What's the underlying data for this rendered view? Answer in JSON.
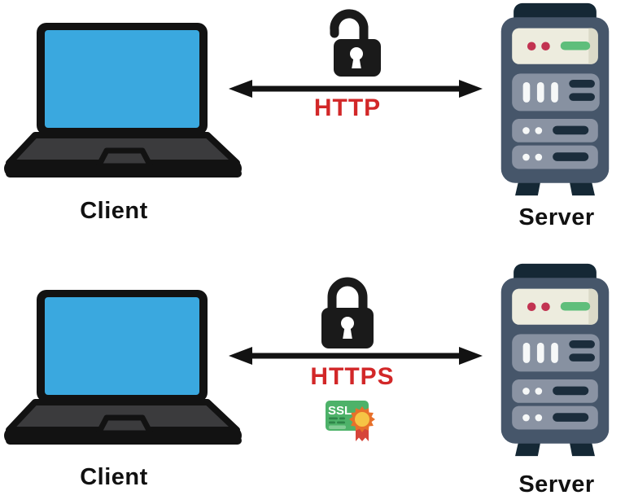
{
  "diagram": {
    "rows": [
      {
        "client_label": "Client",
        "server_label": "Server",
        "protocol_label": "HTTP",
        "lock_state": "unlocked",
        "connection": "bidirectional-arrow"
      },
      {
        "client_label": "Client",
        "server_label": "Server",
        "protocol_label": "HTTPS",
        "lock_state": "locked",
        "ssl_badge_label": "SSL",
        "connection": "bidirectional-arrow"
      }
    ],
    "icons": {
      "client": "laptop-icon",
      "server": "server-rack-icon",
      "insecure": "unlocked-padlock-icon",
      "secure": "locked-padlock-icon",
      "certificate": "ssl-certificate-icon",
      "connection": "double-headed-arrow-icon"
    },
    "colors": {
      "protocol_text": "#D22728",
      "label_text": "#111111",
      "laptop_screen_blue": "#3AA8DF",
      "laptop_deck_gray": "#3B3B3D",
      "outline_black": "#121212",
      "server_body": "#46566A",
      "server_dark_navy": "#172A38",
      "server_panel_cream": "#EDECDE",
      "server_panel_gray": "#8791A1",
      "server_dot_red": "#C23351",
      "server_bar_green": "#5FBE7B",
      "ssl_green": "#4DB269",
      "ssl_seal_orange": "#E8702A",
      "ssl_seal_yellow": "#F6C445",
      "ssl_ribbon_red": "#D6453A"
    }
  }
}
